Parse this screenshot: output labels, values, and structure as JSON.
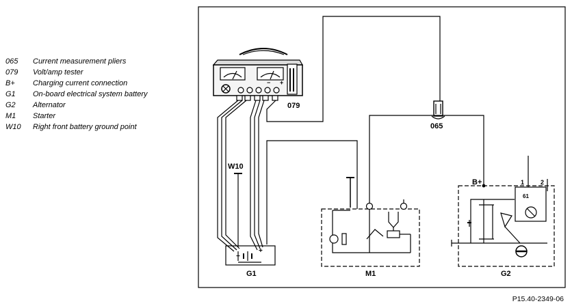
{
  "legend": {
    "items": [
      {
        "code": "065",
        "text": "Current measurement pliers"
      },
      {
        "code": "079",
        "text": "Volt/amp tester"
      },
      {
        "code": "B+",
        "text": "Charging current connection"
      },
      {
        "code": "G1",
        "text": "On-board electrical system battery"
      },
      {
        "code": "G2",
        "text": "Alternator"
      },
      {
        "code": "M1",
        "text": "Starter"
      },
      {
        "code": "W10",
        "text": "Right front battery ground point"
      }
    ]
  },
  "diagram": {
    "labels": {
      "tester": "079",
      "pliers": "065",
      "ground": "W10",
      "battery": "G1",
      "starter": "M1",
      "alternator": "G2",
      "charging": "B+",
      "alt_terminal_1": "1",
      "alt_terminal_2": "2",
      "alt_regulator": "61",
      "bat_minus": "−",
      "bat_plus": "+",
      "tester_minus": "−",
      "tester_plus": "+"
    }
  },
  "reference": "P15.40-2349-06"
}
